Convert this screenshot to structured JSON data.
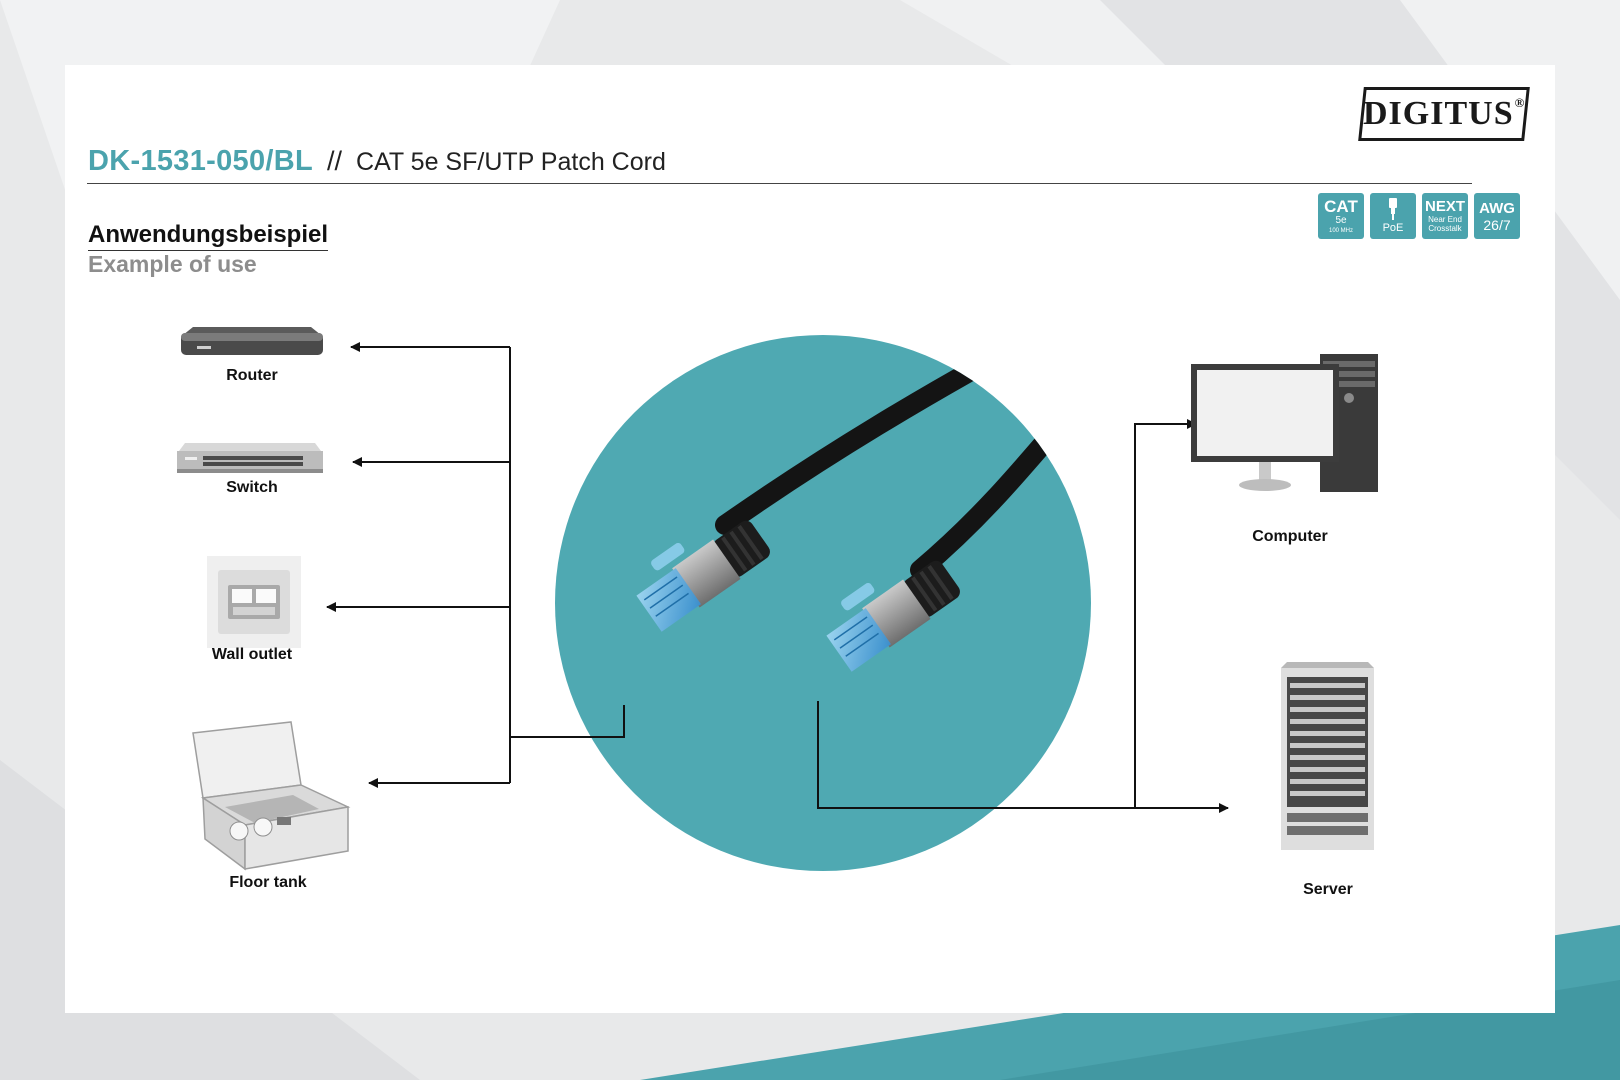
{
  "brand": {
    "logo_text": "DIGITUS",
    "registered": "®"
  },
  "header": {
    "sku": "DK-1531-050/BL",
    "separator": "//",
    "product": "CAT 5e SF/UTP Patch Cord"
  },
  "badges": [
    {
      "line1": "CAT",
      "line2": "5e",
      "line3": "100 MHz"
    },
    {
      "line1": "PoE"
    },
    {
      "line1": "NEXT",
      "line2": "Near End Crosstalk"
    },
    {
      "line1": "AWG",
      "line2": "26/7"
    }
  ],
  "section": {
    "heading_de": "Anwendungsbeispiel",
    "heading_en": "Example of use"
  },
  "devices": {
    "router": "Router",
    "switch": "Switch",
    "wall_outlet": "Wall outlet",
    "floor_tank": "Floor tank",
    "computer": "Computer",
    "server": "Server"
  },
  "colors": {
    "accent": "#4ba3ad",
    "text": "#111111",
    "muted": "#8d8d8d",
    "background": "#e9eaeb",
    "card": "#ffffff"
  },
  "icons": [
    "router-icon",
    "switch-icon",
    "wall-outlet-icon",
    "floor-tank-icon",
    "computer-icon",
    "server-icon",
    "patch-cable-image",
    "arrow-icon",
    "poe-plug-icon"
  ]
}
